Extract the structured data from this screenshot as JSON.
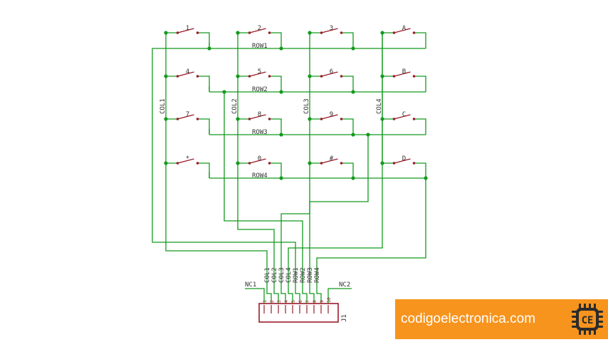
{
  "keys": [
    "1",
    "2",
    "3",
    "A",
    "4",
    "5",
    "6",
    "B",
    "7",
    "8",
    "9",
    "C",
    "*",
    "0",
    "#",
    "D"
  ],
  "rows": [
    "ROW1",
    "ROW2",
    "ROW3",
    "ROW4"
  ],
  "cols": [
    "COL1",
    "COL2",
    "COL3",
    "COL4"
  ],
  "connector": {
    "name": "J1",
    "nc_left": "NC1",
    "nc_right": "NC2",
    "signals": [
      "COL1",
      "COL2",
      "COL3",
      "COL4",
      "ROW1",
      "ROW2",
      "ROW3",
      "ROW4"
    ],
    "pins": [
      "1",
      "2",
      "3",
      "4",
      "5",
      "6",
      "7",
      "8",
      "9",
      "10"
    ]
  },
  "banner": {
    "text": "codigoelectronica.com",
    "logo_text": "CE"
  },
  "colors": {
    "wire": "#139a1d",
    "part": "#9b1c2a",
    "banner": "#f7941d",
    "logo": "#2b2b2b"
  }
}
